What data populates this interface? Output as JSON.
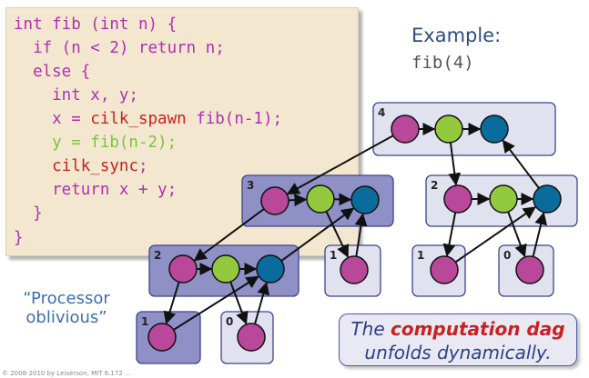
{
  "code": {
    "lines": [
      {
        "segments": [
          {
            "text": "int fib (int n) {",
            "color": "purple"
          }
        ]
      },
      {
        "segments": [
          {
            "text": "  if (n < 2) return n;",
            "color": "purple"
          }
        ]
      },
      {
        "segments": [
          {
            "text": "  else {",
            "color": "purple"
          }
        ]
      },
      {
        "segments": [
          {
            "text": "    int x, y;",
            "color": "purple"
          }
        ]
      },
      {
        "segments": [
          {
            "text": "    x = ",
            "color": "purple"
          },
          {
            "text": "cilk_spawn",
            "color": "red"
          },
          {
            "text": " fib(n-1);",
            "color": "purple"
          }
        ]
      },
      {
        "segments": [
          {
            "text": "    y = fib(n-2);",
            "color": "green"
          }
        ]
      },
      {
        "segments": [
          {
            "text": "    ",
            "color": "purple"
          },
          {
            "text": "cilk_sync",
            "color": "red"
          },
          {
            "text": ";",
            "color": "purple"
          }
        ]
      },
      {
        "segments": [
          {
            "text": "    return x + y;",
            "color": "purple"
          }
        ]
      },
      {
        "segments": [
          {
            "text": "  }",
            "color": "purple"
          }
        ]
      },
      {
        "segments": [
          {
            "text": "}",
            "color": "purple"
          }
        ]
      }
    ]
  },
  "example": {
    "title": "Example:",
    "call": "fib(4)"
  },
  "note": {
    "line1": "“Processor",
    "line2": "oblivious”"
  },
  "callout": {
    "pre": "The ",
    "highlight": "computation dag",
    "post": "unfolds dynamically."
  },
  "copyright": "© 2008-2010 by Leiserson, MIT 6.172 ...",
  "dag": {
    "frames": [
      {
        "label": "4"
      },
      {
        "label": "3"
      },
      {
        "label": "2"
      },
      {
        "label": "2"
      },
      {
        "label": "1"
      },
      {
        "label": "1"
      },
      {
        "label": "0"
      },
      {
        "label": "1"
      },
      {
        "label": "0"
      }
    ]
  },
  "colors": {
    "purple": "#b02fb0",
    "red": "#cc1f1f",
    "green": "#7dc242",
    "node_purple": "#b9479a",
    "node_green": "#93c93e",
    "node_blue": "#0a6c9c",
    "frame_fill": "#8f90c6",
    "frame_fill_light": "#e1e2ef",
    "frame_stroke": "#3e4488"
  }
}
